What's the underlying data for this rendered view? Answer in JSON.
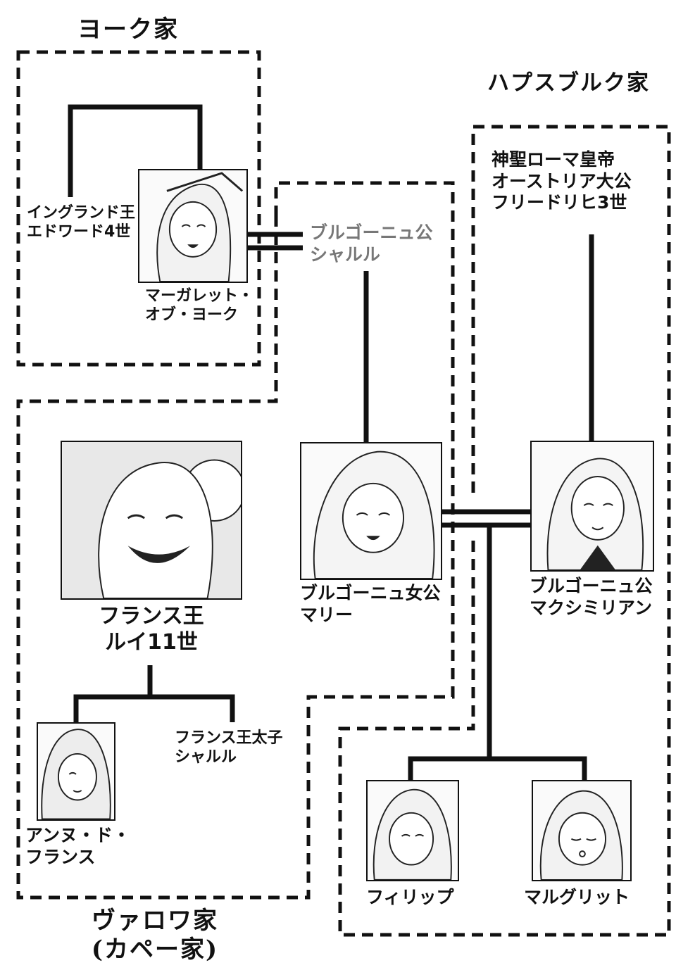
{
  "houses": {
    "york": "ヨーク家",
    "habsburg": "ハプスブルク家",
    "valois_line1": "ヴァロワ家",
    "valois_line2": "(カペー家)"
  },
  "people": {
    "edward": [
      "イングランド王",
      "エドワード4世"
    ],
    "margaret": [
      "マーガレット・",
      "オブ・ヨーク"
    ],
    "charles_burgundy": [
      "ブルゴーニュ公",
      "シャルル"
    ],
    "frederick": [
      "神聖ローマ皇帝",
      "オーストリア大公",
      "フリードリヒ3世"
    ],
    "louis": [
      "フランス王",
      "ルイ11世"
    ],
    "marie": [
      "ブルゴーニュ女公",
      "マリー"
    ],
    "maximilian": [
      "ブルゴーニュ公",
      "マクシミリアン"
    ],
    "anne": [
      "アンヌ・ド・",
      "フランス"
    ],
    "dauphin": [
      "フランス王太子",
      "シャルル"
    ],
    "philippe": "フィリップ",
    "marguerite": "マルグリット"
  },
  "colors": {
    "ink": "#111111",
    "muted": "#777777",
    "paper": "#ffffff"
  }
}
